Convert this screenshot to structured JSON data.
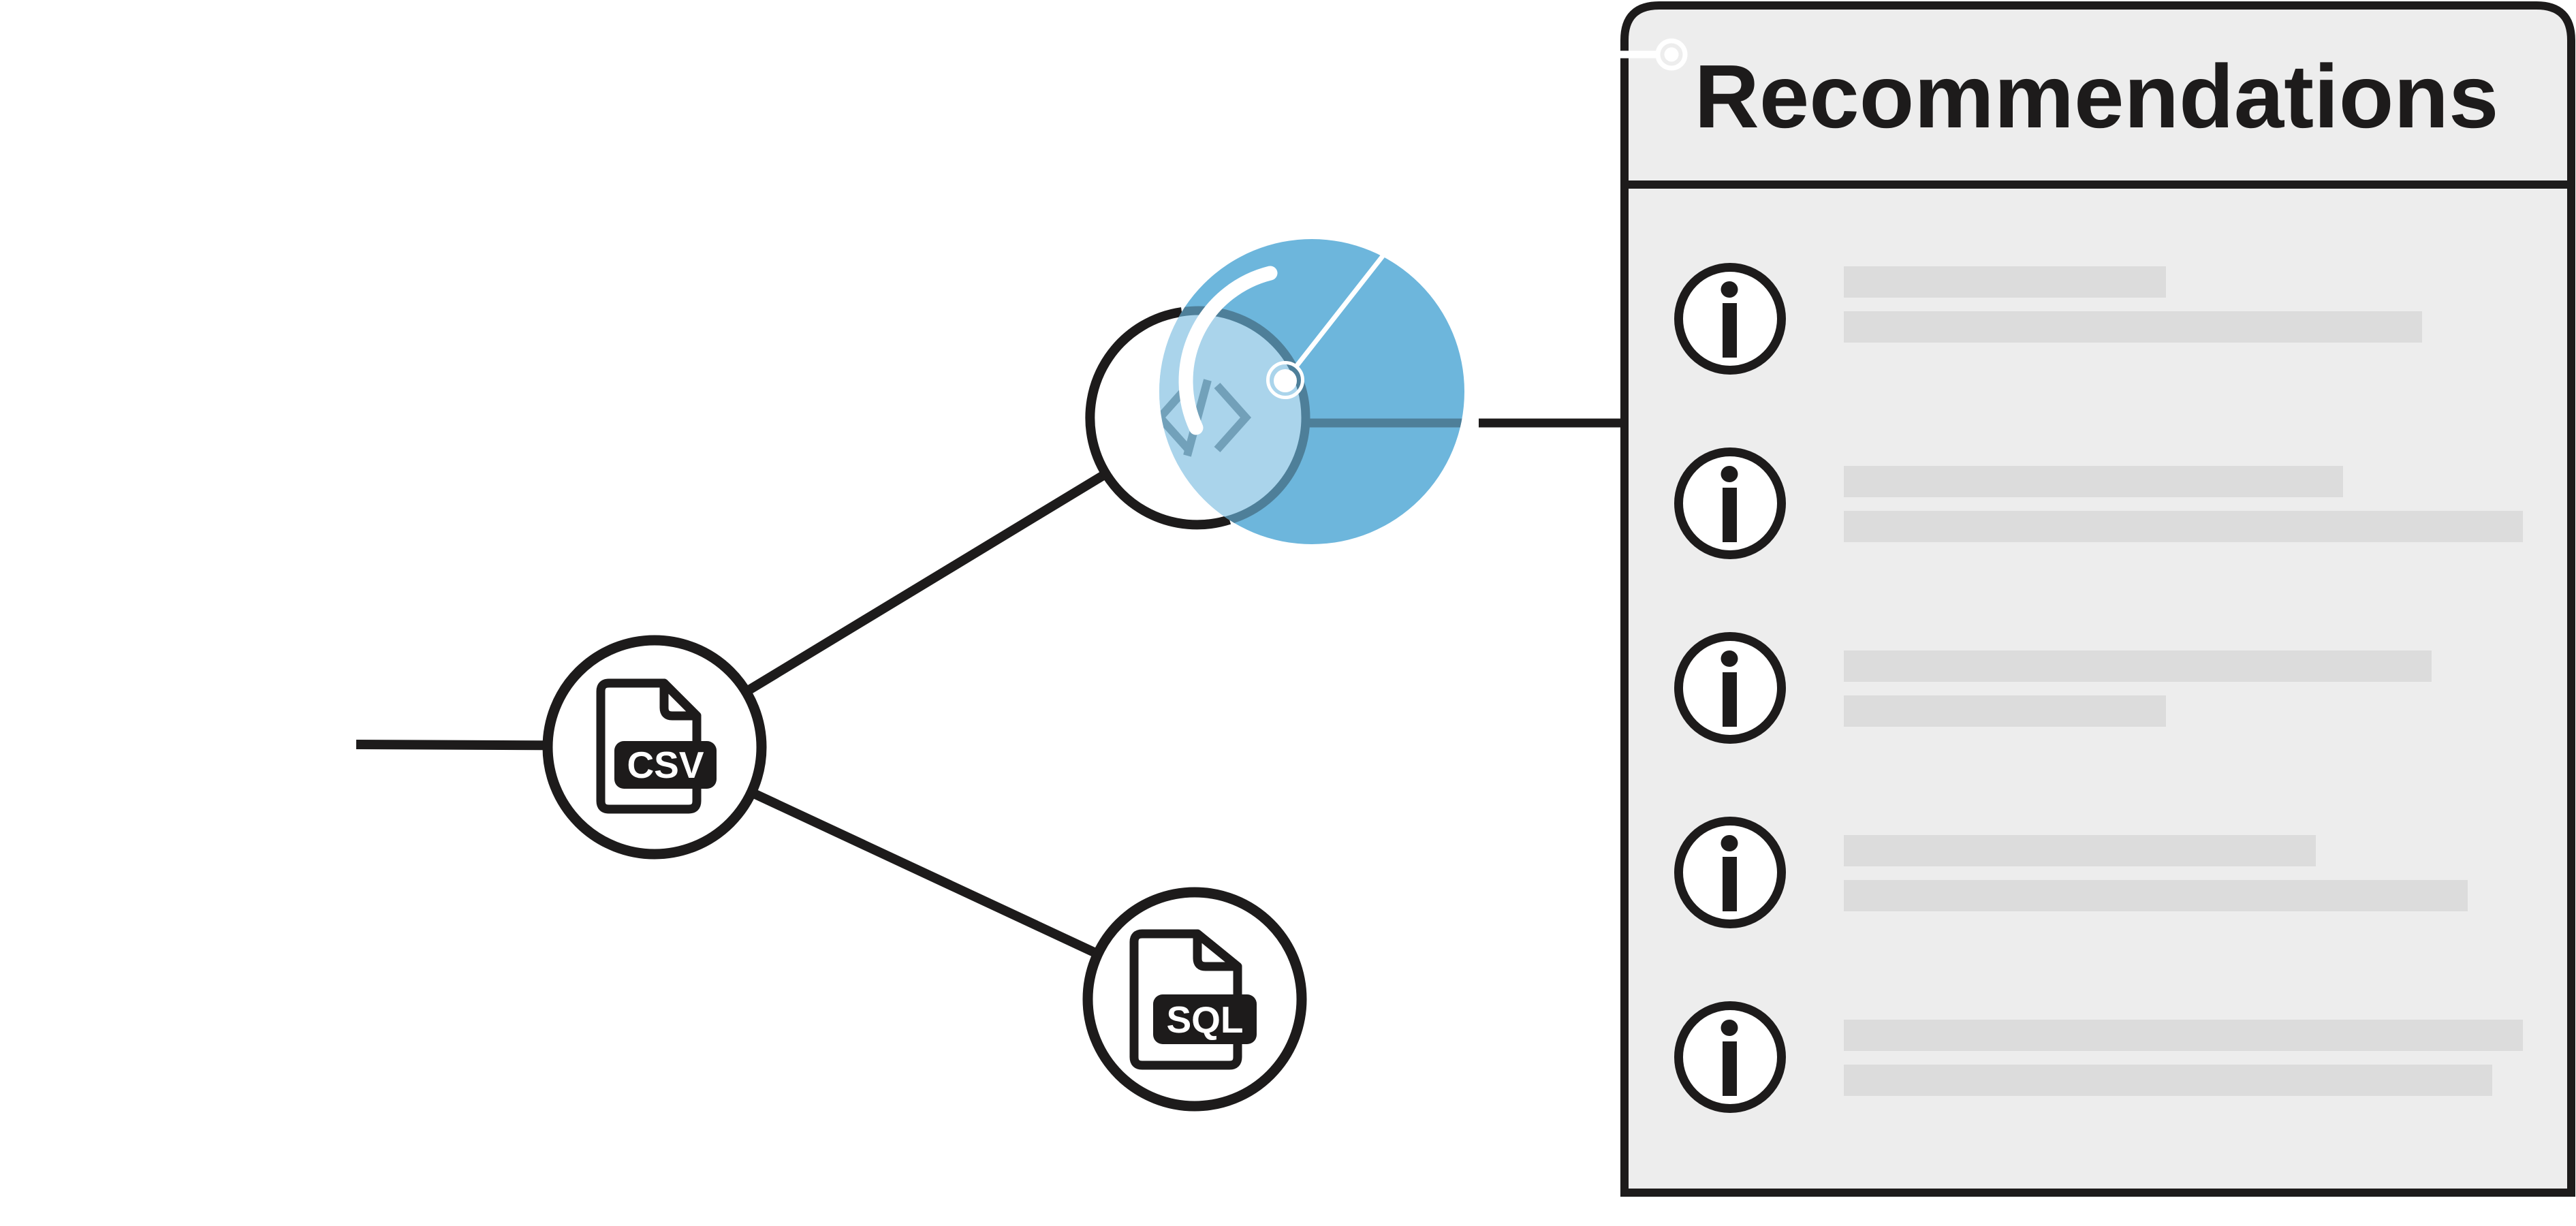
{
  "panel": {
    "title": "Recommendations",
    "items": [
      {
        "icon": "info-icon",
        "line1_width": 473,
        "line2_width": 849
      },
      {
        "icon": "info-icon",
        "line1_width": 733,
        "line2_width": 997
      },
      {
        "icon": "info-icon",
        "line1_width": 863,
        "line2_width": 473
      },
      {
        "icon": "info-icon",
        "line1_width": 693,
        "line2_width": 916
      },
      {
        "icon": "info-icon",
        "line1_width": 997,
        "line2_width": 952
      }
    ]
  },
  "nodes": {
    "csv": {
      "label": "CSV",
      "icon": "csv-file-icon"
    },
    "sql": {
      "label": "SQL",
      "icon": "sql-file-icon"
    },
    "code": {
      "icon": "code-icon"
    }
  },
  "colors": {
    "ink": "#1d1b1b",
    "accent_blue": "#6db6dc",
    "steel_blue": "#4e7f99",
    "panel_bg": "#ededed",
    "bar_gray": "#dcdcdc",
    "white": "#ffffff"
  }
}
